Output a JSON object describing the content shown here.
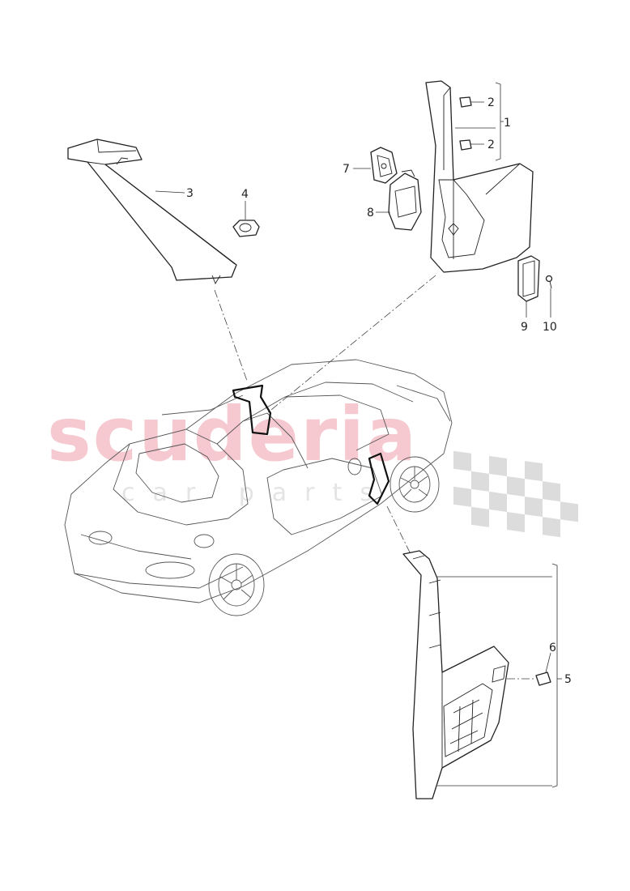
{
  "watermark": {
    "brand": "scuderia",
    "sub": "car parts",
    "brand_color": "#f5c9cf",
    "flag_color": "#dcdcdc"
  },
  "callouts": {
    "c1": "1",
    "c2a": "2",
    "c2b": "2",
    "c3": "3",
    "c4": "4",
    "c5": "5",
    "c6": "6",
    "c7": "7",
    "c8": "8",
    "c9": "9",
    "c10": "10"
  }
}
